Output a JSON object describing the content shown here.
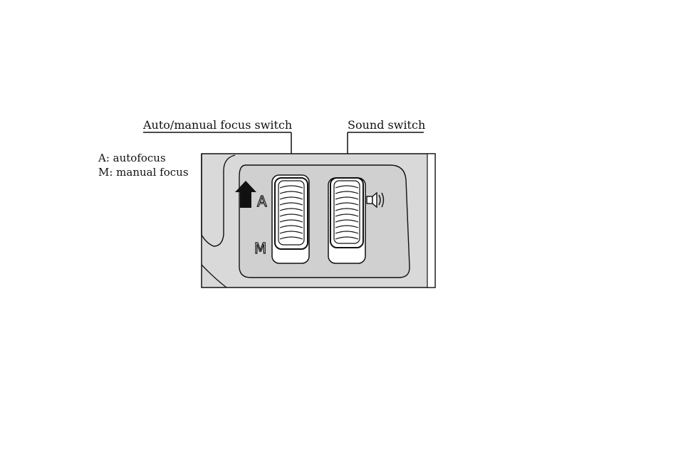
{
  "callouts": {
    "af_switch": "Auto/manual focus switch",
    "sound_switch": "Sound switch"
  },
  "legend": {
    "line_a": "A: autofocus",
    "line_m": "M: manual focus"
  },
  "panel_marks": {
    "a": "A",
    "m": "M"
  },
  "icons": {
    "up_arrow": "up-arrow-icon",
    "sound": "speaker-icon"
  },
  "colors": {
    "panel": "#d8d8d8",
    "line": "#111111"
  }
}
